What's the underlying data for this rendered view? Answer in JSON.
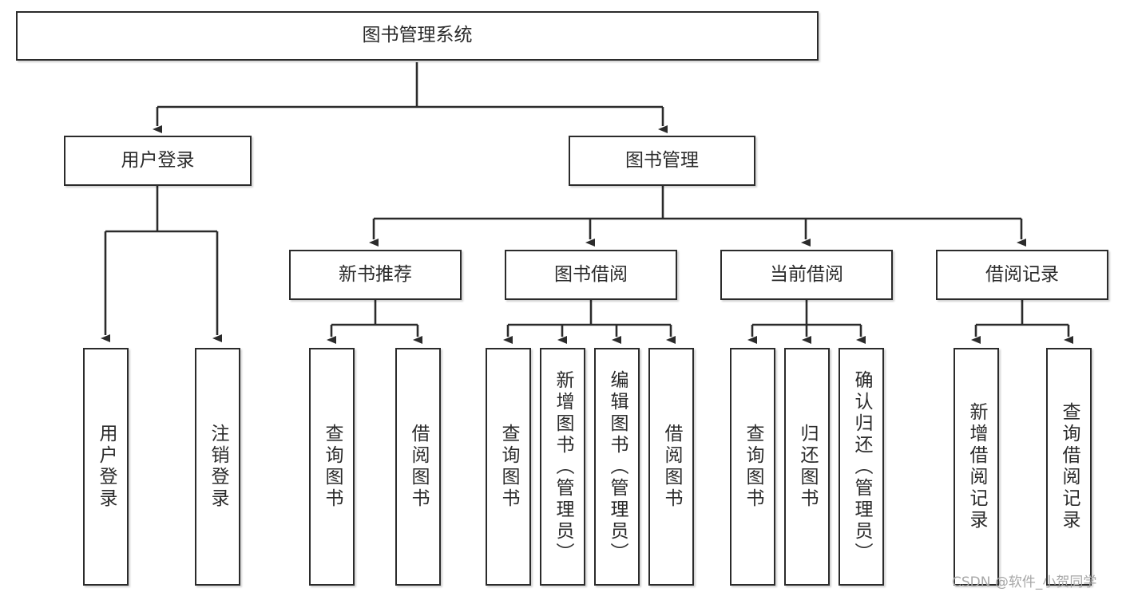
{
  "diagram": {
    "type": "tree-hierarchy-chart",
    "root": {
      "label": "图书管理系统"
    },
    "level2": [
      {
        "label": "用户登录"
      },
      {
        "label": "图书管理"
      }
    ],
    "level3": [
      {
        "label": "新书推荐"
      },
      {
        "label": "图书借阅"
      },
      {
        "label": "当前借阅"
      },
      {
        "label": "借阅记录"
      }
    ],
    "leaves": {
      "user_login": [
        {
          "label": "用户登录"
        },
        {
          "label": "注销登录"
        }
      ],
      "new_book_recommend": [
        {
          "label": "查询图书"
        },
        {
          "label": "借阅图书"
        }
      ],
      "book_borrow": [
        {
          "label": "查询图书"
        },
        {
          "label": "新增图书（管理员）"
        },
        {
          "label": "编辑图书（管理员）"
        },
        {
          "label": "借阅图书"
        }
      ],
      "current_borrow": [
        {
          "label": "查询图书"
        },
        {
          "label": "归还图书"
        },
        {
          "label": "确认归还（管理员）"
        }
      ],
      "borrow_record": [
        {
          "label": "新增借阅记录"
        },
        {
          "label": "查询借阅记录"
        }
      ]
    }
  },
  "watermark": {
    "text": "CSDN @软件_小贺同学"
  },
  "colors": {
    "stroke": "#2b2b2b",
    "fill": "#ffffff",
    "watermark": "#a7a7a7"
  }
}
